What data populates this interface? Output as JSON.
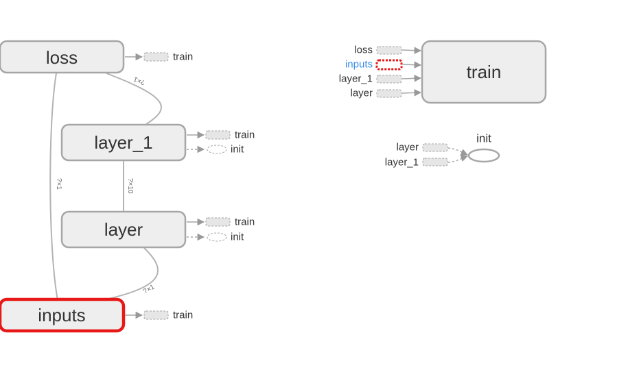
{
  "main_nodes": {
    "loss": {
      "label": "loss"
    },
    "layer_1": {
      "label": "layer_1"
    },
    "layer": {
      "label": "layer"
    },
    "inputs": {
      "label": "inputs"
    }
  },
  "edge_labels": {
    "loss_layer1": "?×1",
    "layer1_layer": "?×10",
    "loss_inputs": "?×1",
    "layer_inputs": "?×1"
  },
  "stub_labels": {
    "loss_train": "train",
    "layer1_train": "train",
    "layer1_init": "init",
    "layer_train": "train",
    "layer_init": "init",
    "inputs_train": "train"
  },
  "aux_train": {
    "label": "train",
    "inputs": [
      "loss",
      "inputs",
      "layer_1",
      "layer"
    ],
    "highlighted_input": "inputs"
  },
  "aux_init": {
    "label": "init",
    "inputs": [
      "layer",
      "layer_1"
    ]
  },
  "colors": {
    "selected": "#e81818",
    "highlight_text": "#3a8ee6",
    "node_fill": "#eeeeee",
    "node_stroke": "#a6a6a6"
  }
}
